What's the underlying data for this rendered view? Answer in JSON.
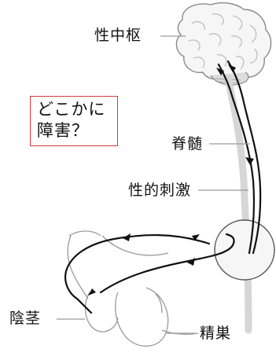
{
  "labels": {
    "sexual_center": "性中枢",
    "spinal_cord": "脊髄",
    "sexual_stimulus": "性的刺激",
    "penis": "陰茎",
    "testis": "精巣"
  },
  "question_box": {
    "line1": "どこかに",
    "line2": "障害？"
  }
}
